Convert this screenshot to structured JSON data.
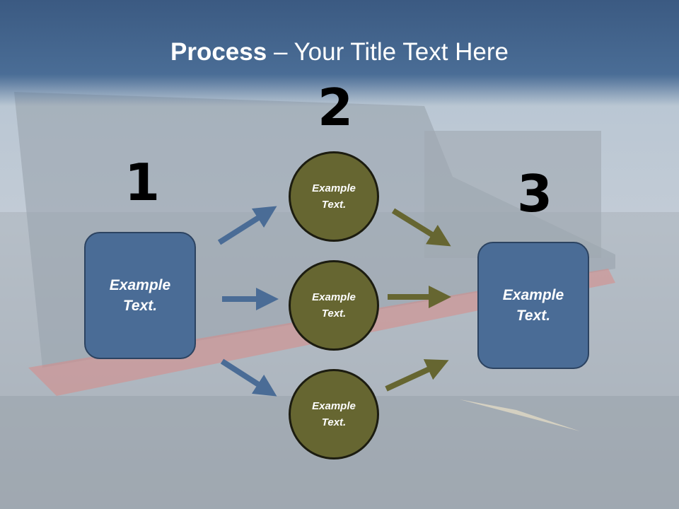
{
  "slide": {
    "title_bold": "Process",
    "title_rest": " – Your Title Text Here"
  },
  "steps": [
    {
      "number": "1",
      "label_line1": "Example",
      "label_line2": "Text."
    },
    {
      "number": "2"
    },
    {
      "number": "3",
      "label_line1": "Example",
      "label_line2": "Text."
    }
  ],
  "circles": [
    {
      "label_line1": "Example",
      "label_line2": "Text."
    },
    {
      "label_line1": "Example",
      "label_line2": "Text."
    },
    {
      "label_line1": "Example",
      "label_line2": "Text."
    }
  ],
  "colors": {
    "box_fill": "#4a6c96",
    "circle_fill": "#666631",
    "arrow_blue": "#4a6c96",
    "arrow_olive": "#666631"
  }
}
